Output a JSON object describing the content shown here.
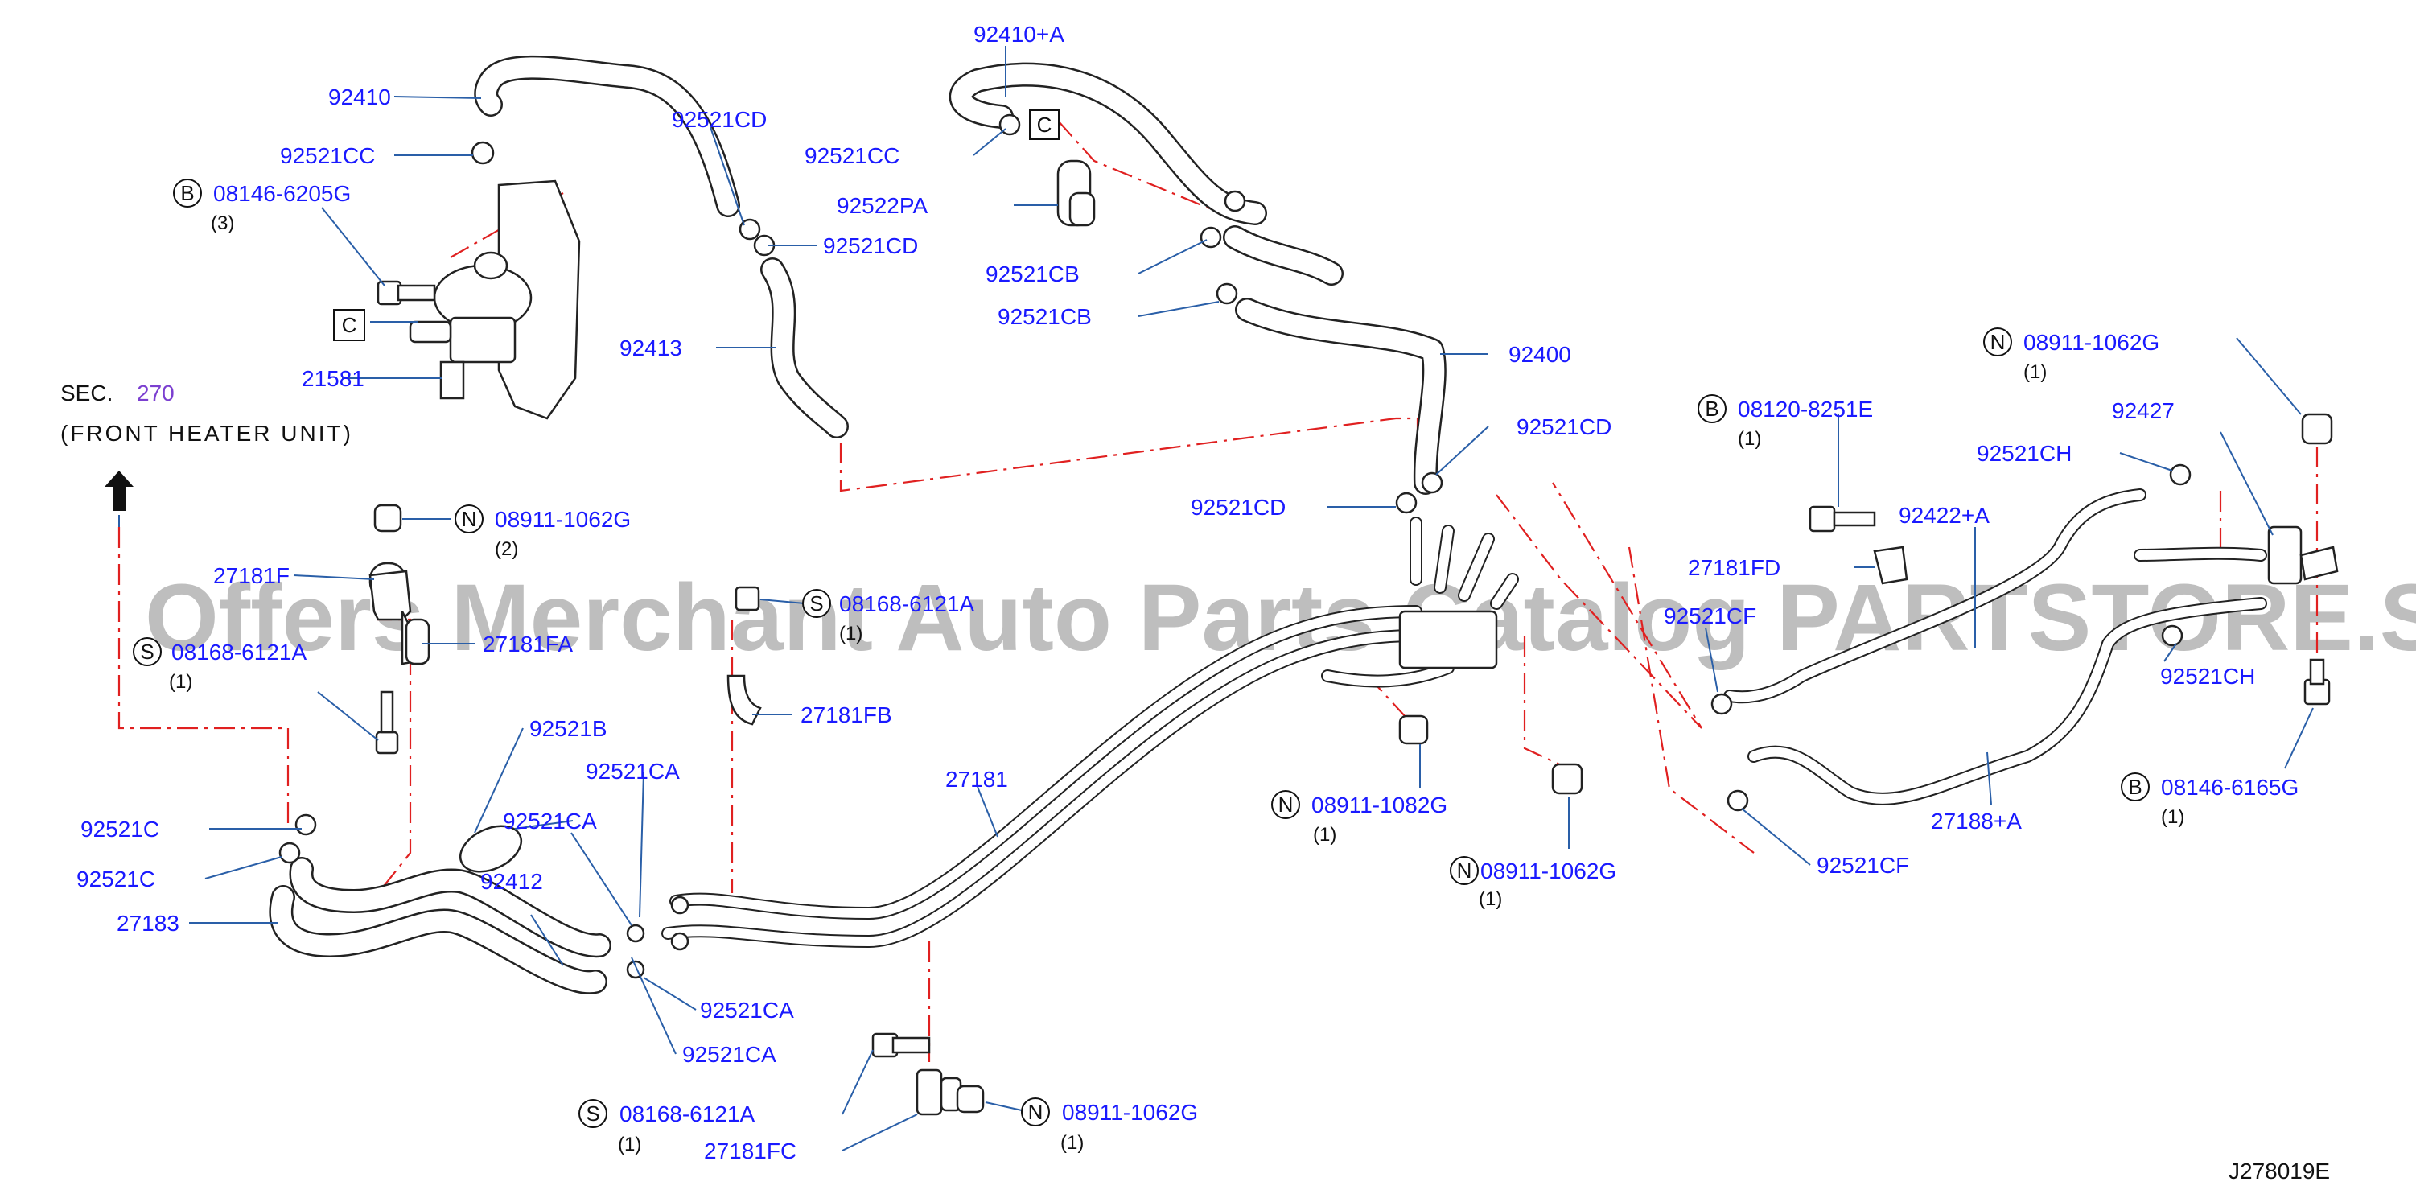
{
  "diagram_code": "J278019E",
  "section_ref": {
    "sec": "SEC.",
    "num": "270",
    "desc": "(FRONT HEATER UNIT)"
  },
  "watermark": "Offers Merchant Auto Parts Catalog PARTSTORE.SA",
  "labels": {
    "p92410": "92410",
    "p92521CC_a": "92521CC",
    "b_08146_6205G": "08146-6205G",
    "q_3": "(3)",
    "c_box": "C",
    "p21581": "21581",
    "p92521CD_a": "92521CD",
    "p92521CD_b": "92521CD",
    "p92413": "92413",
    "p92410A": "92410+A",
    "c_box2": "C",
    "p92521CC_b": "92521CC",
    "p92522PA": "92522PA",
    "p92521CB_a": "92521CB",
    "p92521CB_b": "92521CB",
    "p92400": "92400",
    "p92521CD_c": "92521CD",
    "p92521CD_d": "92521CD",
    "n_08911_1062G_a": "08911-1062G",
    "q_2": "(2)",
    "p27181F": "27181F",
    "s_08168_6121A_a": "08168-6121A",
    "q_1a": "(1)",
    "p27181FA": "27181FA",
    "s_08168_6121A_b": "08168-6121A",
    "q_1b": "(1)",
    "p27181FB": "27181FB",
    "p92521B": "92521B",
    "p92521CA_a": "92521CA",
    "p92521CA_b": "92521CA",
    "p92521CA_c": "92521CA",
    "p92521CA_d": "92521CA",
    "p92412": "92412",
    "p92521C_a": "92521C",
    "p92521C_b": "92521C",
    "p27183": "27183",
    "p27181": "27181",
    "n_08911_1082G": "08911-1082G",
    "q_1c": "(1)",
    "n_08911_1062G_b": "08911-1062G",
    "q_1d": "(1)",
    "s_08168_6121A_c": "08168-6121A",
    "q_1e": "(1)",
    "p27181FC": "27181FC",
    "n_08911_1062G_c": "08911-1062G",
    "q_1f": "(1)",
    "n_08911_1062G_d": "08911-1062G",
    "q_1g": "(1)",
    "b_08120_8251E": "08120-8251E",
    "q_1h": "(1)",
    "p92427": "92427",
    "p92521CH_a": "92521CH",
    "p92422A": "92422+A",
    "p27181FD": "27181FD",
    "p92521CF": "92521CF",
    "p27188A": "27188+A",
    "p92521CH_b": "92521CH",
    "b_08146_6165G": "08146-6165G",
    "q_1i": "(1)",
    "p92521CF_b": "92521CF"
  },
  "callout_letters": {
    "b": "B",
    "n": "N",
    "s": "S"
  },
  "colors": {
    "part_number": "#1a1aff",
    "leader": "#2a5fa8",
    "centerline": "#e02020",
    "section_num": "#7b3fd0"
  }
}
